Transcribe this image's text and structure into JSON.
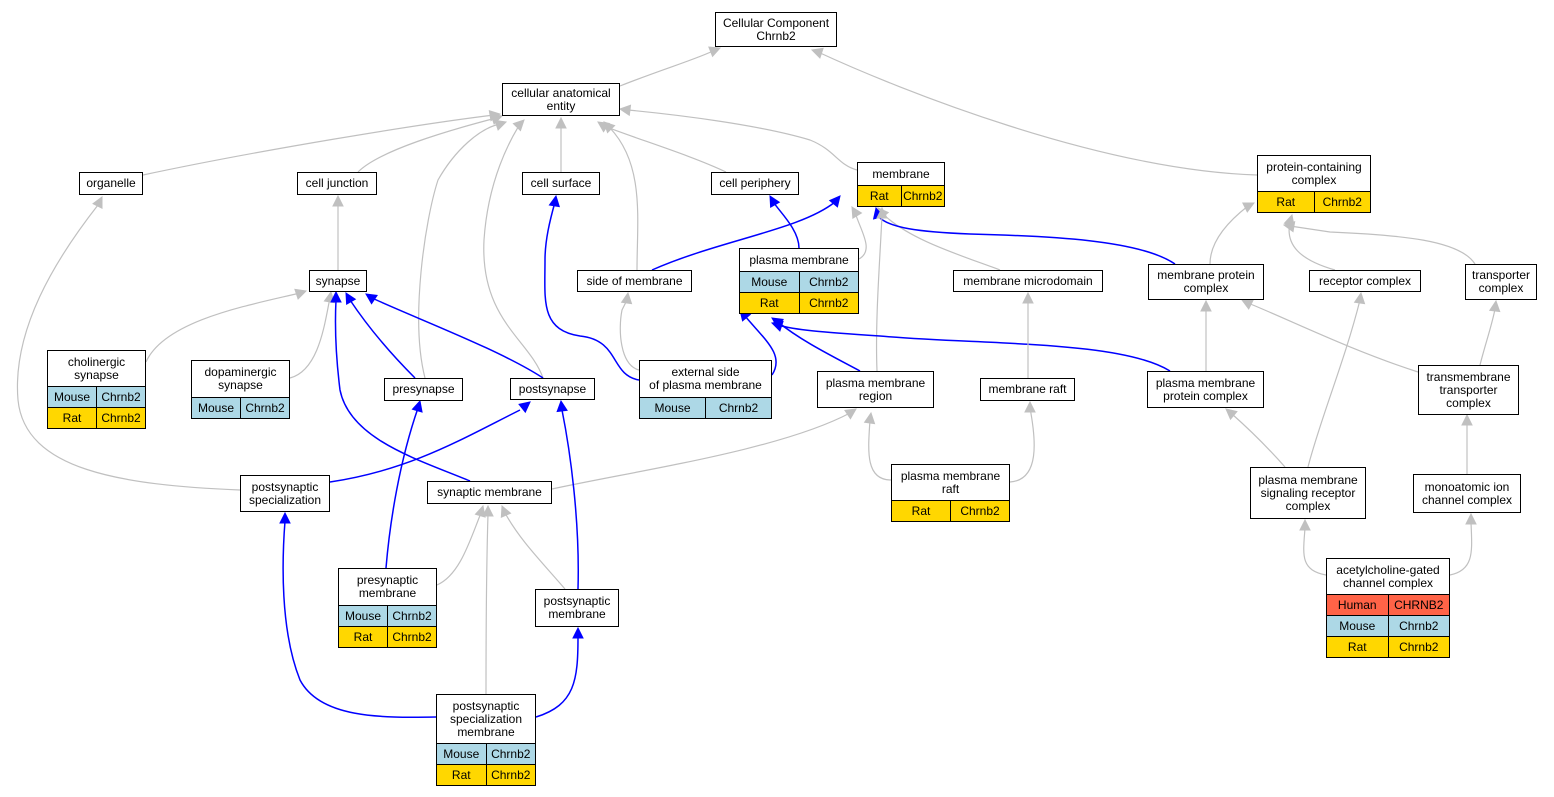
{
  "graph": {
    "colors": {
      "is_a_edge": "#c0c0c0",
      "part_of_edge": "#0000ff",
      "human": "#ff6347",
      "mouse": "#add8e6",
      "rat": "#ffd700"
    },
    "nodes": [
      {
        "id": "root",
        "label": "Cellular Component\nChrnb2",
        "rows": []
      },
      {
        "id": "cae",
        "label": "cellular anatomical\nentity",
        "rows": []
      },
      {
        "id": "organelle",
        "label": "organelle",
        "rows": []
      },
      {
        "id": "celljunction",
        "label": "cell junction",
        "rows": []
      },
      {
        "id": "cellsurface",
        "label": "cell surface",
        "rows": []
      },
      {
        "id": "cellperiphery",
        "label": "cell periphery",
        "rows": []
      },
      {
        "id": "membrane",
        "label": "membrane",
        "rows": [
          {
            "species": "Rat",
            "gene": "Chrnb2",
            "cls": "rat"
          }
        ]
      },
      {
        "id": "pcc",
        "label": "protein-containing\ncomplex",
        "rows": [
          {
            "species": "Rat",
            "gene": "Chrnb2",
            "cls": "rat"
          }
        ]
      },
      {
        "id": "synapse",
        "label": "synapse",
        "rows": []
      },
      {
        "id": "sideofmembrane",
        "label": "side of membrane",
        "rows": []
      },
      {
        "id": "plasmamembrane",
        "label": "plasma membrane",
        "rows": [
          {
            "species": "Mouse",
            "gene": "Chrnb2",
            "cls": "mouse"
          },
          {
            "species": "Rat",
            "gene": "Chrnb2",
            "cls": "rat"
          }
        ]
      },
      {
        "id": "membranemicrodomain",
        "label": "membrane microdomain",
        "rows": []
      },
      {
        "id": "membraneproteincomplex",
        "label": "membrane protein\ncomplex",
        "rows": []
      },
      {
        "id": "receptorcomplex",
        "label": "receptor complex",
        "rows": []
      },
      {
        "id": "transportercomplex",
        "label": "transporter\ncomplex",
        "rows": []
      },
      {
        "id": "cholinergic",
        "label": "cholinergic\nsynapse",
        "rows": [
          {
            "species": "Mouse",
            "gene": "Chrnb2",
            "cls": "mouse"
          },
          {
            "species": "Rat",
            "gene": "Chrnb2",
            "cls": "rat"
          }
        ]
      },
      {
        "id": "dopaminergic",
        "label": "dopaminergic\nsynapse",
        "rows": [
          {
            "species": "Mouse",
            "gene": "Chrnb2",
            "cls": "mouse"
          }
        ]
      },
      {
        "id": "presynapse",
        "label": "presynapse",
        "rows": []
      },
      {
        "id": "postsynapse",
        "label": "postsynapse",
        "rows": []
      },
      {
        "id": "externalside",
        "label": "external side\nof plasma membrane",
        "rows": [
          {
            "species": "Mouse",
            "gene": "Chrnb2",
            "cls": "mouse"
          }
        ]
      },
      {
        "id": "pmregion",
        "label": "plasma membrane\nregion",
        "rows": []
      },
      {
        "id": "membraneraft",
        "label": "membrane raft",
        "rows": []
      },
      {
        "id": "pmproteincomplex",
        "label": "plasma membrane\nprotein complex",
        "rows": []
      },
      {
        "id": "tmtransporter",
        "label": "transmembrane\ntransporter\ncomplex",
        "rows": []
      },
      {
        "id": "postsynspec",
        "label": "postsynaptic\nspecialization",
        "rows": []
      },
      {
        "id": "synapticmembrane",
        "label": "synaptic membrane",
        "rows": []
      },
      {
        "id": "pmraft",
        "label": "plasma membrane\nraft",
        "rows": [
          {
            "species": "Rat",
            "gene": "Chrnb2",
            "cls": "rat"
          }
        ]
      },
      {
        "id": "pmsignaling",
        "label": "plasma membrane\nsignaling receptor\ncomplex",
        "rows": []
      },
      {
        "id": "monoatomic",
        "label": "monoatomic ion\nchannel complex",
        "rows": []
      },
      {
        "id": "presynmembrane",
        "label": "presynaptic\nmembrane",
        "rows": [
          {
            "species": "Mouse",
            "gene": "Chrnb2",
            "cls": "mouse"
          },
          {
            "species": "Rat",
            "gene": "Chrnb2",
            "cls": "rat"
          }
        ]
      },
      {
        "id": "postsynmembrane",
        "label": "postsynaptic\nmembrane",
        "rows": []
      },
      {
        "id": "achgated",
        "label": "acetylcholine-gated\nchannel complex",
        "rows": [
          {
            "species": "Human",
            "gene": "CHRNB2",
            "cls": "human"
          },
          {
            "species": "Mouse",
            "gene": "Chrnb2",
            "cls": "mouse"
          },
          {
            "species": "Rat",
            "gene": "Chrnb2",
            "cls": "rat"
          }
        ]
      },
      {
        "id": "postsynspecmembrane",
        "label": "postsynaptic\nspecialization\nmembrane",
        "rows": [
          {
            "species": "Mouse",
            "gene": "Chrnb2",
            "cls": "mouse"
          },
          {
            "species": "Rat",
            "gene": "Chrnb2",
            "cls": "rat"
          }
        ]
      }
    ],
    "edges": [
      {
        "from": "cae",
        "to": "root",
        "rel": "is_a"
      },
      {
        "from": "pcc",
        "to": "root",
        "rel": "is_a"
      },
      {
        "from": "organelle",
        "to": "cae",
        "rel": "is_a"
      },
      {
        "from": "celljunction",
        "to": "cae",
        "rel": "is_a"
      },
      {
        "from": "cellsurface",
        "to": "cae",
        "rel": "is_a"
      },
      {
        "from": "cellperiphery",
        "to": "cae",
        "rel": "is_a"
      },
      {
        "from": "membrane",
        "to": "cae",
        "rel": "is_a"
      },
      {
        "from": "presynapse",
        "to": "cae",
        "rel": "is_a"
      },
      {
        "from": "postsynapse",
        "to": "cae",
        "rel": "is_a"
      },
      {
        "from": "sideofmembrane",
        "to": "cae",
        "rel": "is_a"
      },
      {
        "from": "synapse",
        "to": "celljunction",
        "rel": "is_a"
      },
      {
        "from": "cholinergic",
        "to": "synapse",
        "rel": "is_a"
      },
      {
        "from": "dopaminergic",
        "to": "synapse",
        "rel": "is_a"
      },
      {
        "from": "presynapse",
        "to": "synapse",
        "rel": "part_of"
      },
      {
        "from": "postsynapse",
        "to": "synapse",
        "rel": "part_of"
      },
      {
        "from": "synapticmembrane",
        "to": "synapse",
        "rel": "part_of"
      },
      {
        "from": "externalside",
        "to": "cellsurface",
        "rel": "part_of"
      },
      {
        "from": "externalside",
        "to": "sideofmembrane",
        "rel": "is_a"
      },
      {
        "from": "externalside",
        "to": "plasmamembrane",
        "rel": "part_of"
      },
      {
        "from": "plasmamembrane",
        "to": "cellperiphery",
        "rel": "part_of"
      },
      {
        "from": "plasmamembrane",
        "to": "membrane",
        "rel": "is_a"
      },
      {
        "from": "sideofmembrane",
        "to": "membrane",
        "rel": "part_of"
      },
      {
        "from": "membranemicrodomain",
        "to": "membrane",
        "rel": "is_a"
      },
      {
        "from": "membraneproteincomplex",
        "to": "membrane",
        "rel": "part_of"
      },
      {
        "from": "pmregion",
        "to": "membrane",
        "rel": "is_a"
      },
      {
        "from": "membraneproteincomplex",
        "to": "pcc",
        "rel": "is_a"
      },
      {
        "from": "receptorcomplex",
        "to": "pcc",
        "rel": "is_a"
      },
      {
        "from": "transportercomplex",
        "to": "pcc",
        "rel": "is_a"
      },
      {
        "from": "pmregion",
        "to": "plasmamembrane",
        "rel": "part_of"
      },
      {
        "from": "pmproteincomplex",
        "to": "plasmamembrane",
        "rel": "part_of"
      },
      {
        "from": "membraneraft",
        "to": "membranemicrodomain",
        "rel": "is_a"
      },
      {
        "from": "pmproteincomplex",
        "to": "membraneproteincomplex",
        "rel": "is_a"
      },
      {
        "from": "tmtransporter",
        "to": "membraneproteincomplex",
        "rel": "is_a"
      },
      {
        "from": "tmtransporter",
        "to": "transportercomplex",
        "rel": "is_a"
      },
      {
        "from": "pmsignaling",
        "to": "receptorcomplex",
        "rel": "is_a"
      },
      {
        "from": "postsynspec",
        "to": "organelle",
        "rel": "is_a"
      },
      {
        "from": "postsynspec",
        "to": "postsynapse",
        "rel": "part_of"
      },
      {
        "from": "synapticmembrane",
        "to": "pmregion",
        "rel": "is_a"
      },
      {
        "from": "pmraft",
        "to": "pmregion",
        "rel": "is_a"
      },
      {
        "from": "pmraft",
        "to": "membraneraft",
        "rel": "is_a"
      },
      {
        "from": "pmsignaling",
        "to": "pmproteincomplex",
        "rel": "is_a"
      },
      {
        "from": "monoatomic",
        "to": "tmtransporter",
        "rel": "is_a"
      },
      {
        "from": "presynmembrane",
        "to": "presynapse",
        "rel": "part_of"
      },
      {
        "from": "presynmembrane",
        "to": "synapticmembrane",
        "rel": "is_a"
      },
      {
        "from": "postsynmembrane",
        "to": "postsynapse",
        "rel": "part_of"
      },
      {
        "from": "postsynmembrane",
        "to": "synapticmembrane",
        "rel": "is_a"
      },
      {
        "from": "postsynspecmembrane",
        "to": "postsynspec",
        "rel": "part_of"
      },
      {
        "from": "postsynspecmembrane",
        "to": "postsynmembrane",
        "rel": "part_of"
      },
      {
        "from": "postsynspecmembrane",
        "to": "synapticmembrane",
        "rel": "is_a"
      },
      {
        "from": "achgated",
        "to": "pmsignaling",
        "rel": "is_a"
      },
      {
        "from": "achgated",
        "to": "monoatomic",
        "rel": "is_a"
      }
    ]
  }
}
